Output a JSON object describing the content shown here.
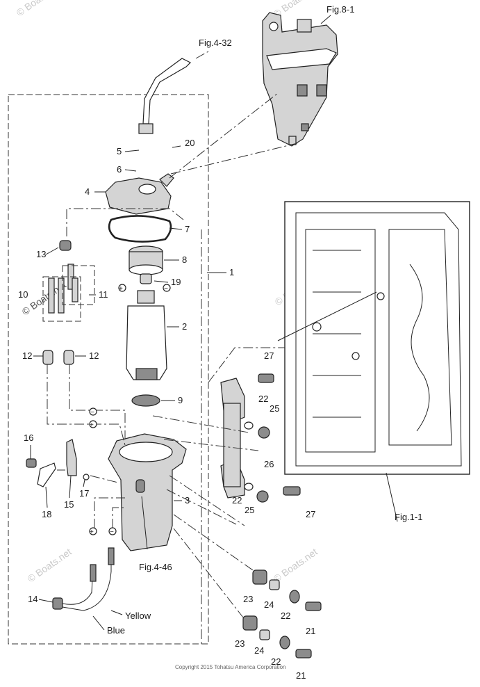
{
  "figure_refs": {
    "fig_8_1": "Fig.8-1",
    "fig_4_32": "Fig.4-32",
    "fig_1_1": "Fig.1-1",
    "fig_4_46": "Fig.4-46"
  },
  "part_numbers": {
    "p1": "1",
    "p2": "2",
    "p3": "3",
    "p4": "4",
    "p5": "5",
    "p6": "6",
    "p7": "7",
    "p8": "8",
    "p9": "9",
    "p10": "10",
    "p11": "11",
    "p12a": "12",
    "p12b": "12",
    "p13": "13",
    "p14": "14",
    "p15": "15",
    "p16": "16",
    "p17": "17",
    "p18": "18",
    "p19": "19",
    "p20": "20",
    "p21a": "21",
    "p21b": "21",
    "p22a": "22",
    "p22b": "22",
    "p22c": "22",
    "p22d": "22",
    "p23a": "23",
    "p23b": "23",
    "p24a": "24",
    "p24b": "24",
    "p25a": "25",
    "p25b": "25",
    "p26": "26",
    "p27a": "27",
    "p27b": "27"
  },
  "wire_labels": {
    "yellow": "Yellow",
    "blue": "Blue"
  },
  "polarity": {
    "plus": "+",
    "minus": "−"
  },
  "watermark": "© Boats.net",
  "copyright": "Copyright 2015 Tohatsu America Corporation"
}
